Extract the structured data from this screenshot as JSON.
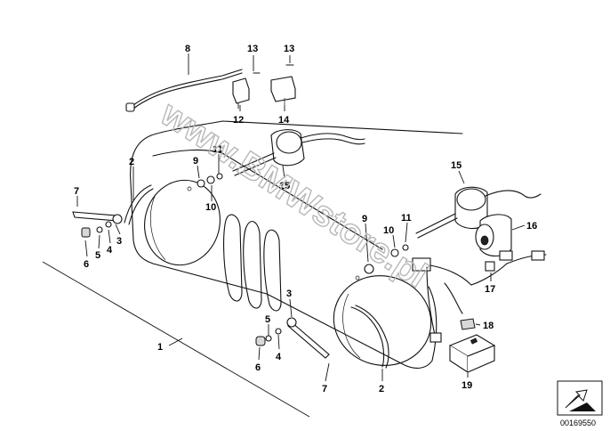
{
  "diagram": {
    "callouts": [
      {
        "id": "c8",
        "label": "8"
      },
      {
        "id": "c13a",
        "label": "13"
      },
      {
        "id": "c13b",
        "label": "13"
      },
      {
        "id": "c12",
        "label": "12"
      },
      {
        "id": "c14",
        "label": "14"
      },
      {
        "id": "c11a",
        "label": "11"
      },
      {
        "id": "c9a",
        "label": "9"
      },
      {
        "id": "c10a",
        "label": "10"
      },
      {
        "id": "c15a",
        "label": "15"
      },
      {
        "id": "c2a",
        "label": "2"
      },
      {
        "id": "c7a",
        "label": "7"
      },
      {
        "id": "c3a",
        "label": "3"
      },
      {
        "id": "c4a",
        "label": "4"
      },
      {
        "id": "c5a",
        "label": "5"
      },
      {
        "id": "c6a",
        "label": "6"
      },
      {
        "id": "c15b",
        "label": "15"
      },
      {
        "id": "c16",
        "label": "16"
      },
      {
        "id": "c9b",
        "label": "9"
      },
      {
        "id": "c10b",
        "label": "10"
      },
      {
        "id": "c11b",
        "label": "11"
      },
      {
        "id": "c17",
        "label": "17"
      },
      {
        "id": "c18",
        "label": "18"
      },
      {
        "id": "c19",
        "label": "19"
      },
      {
        "id": "c1",
        "label": "1"
      },
      {
        "id": "c3b",
        "label": "3"
      },
      {
        "id": "c5b",
        "label": "5"
      },
      {
        "id": "c4b",
        "label": "4"
      },
      {
        "id": "c6b",
        "label": "6"
      },
      {
        "id": "c7b",
        "label": "7"
      },
      {
        "id": "c2b",
        "label": "2"
      }
    ],
    "watermark": "www.BMWstore.pl",
    "reference_number": "00169550"
  }
}
